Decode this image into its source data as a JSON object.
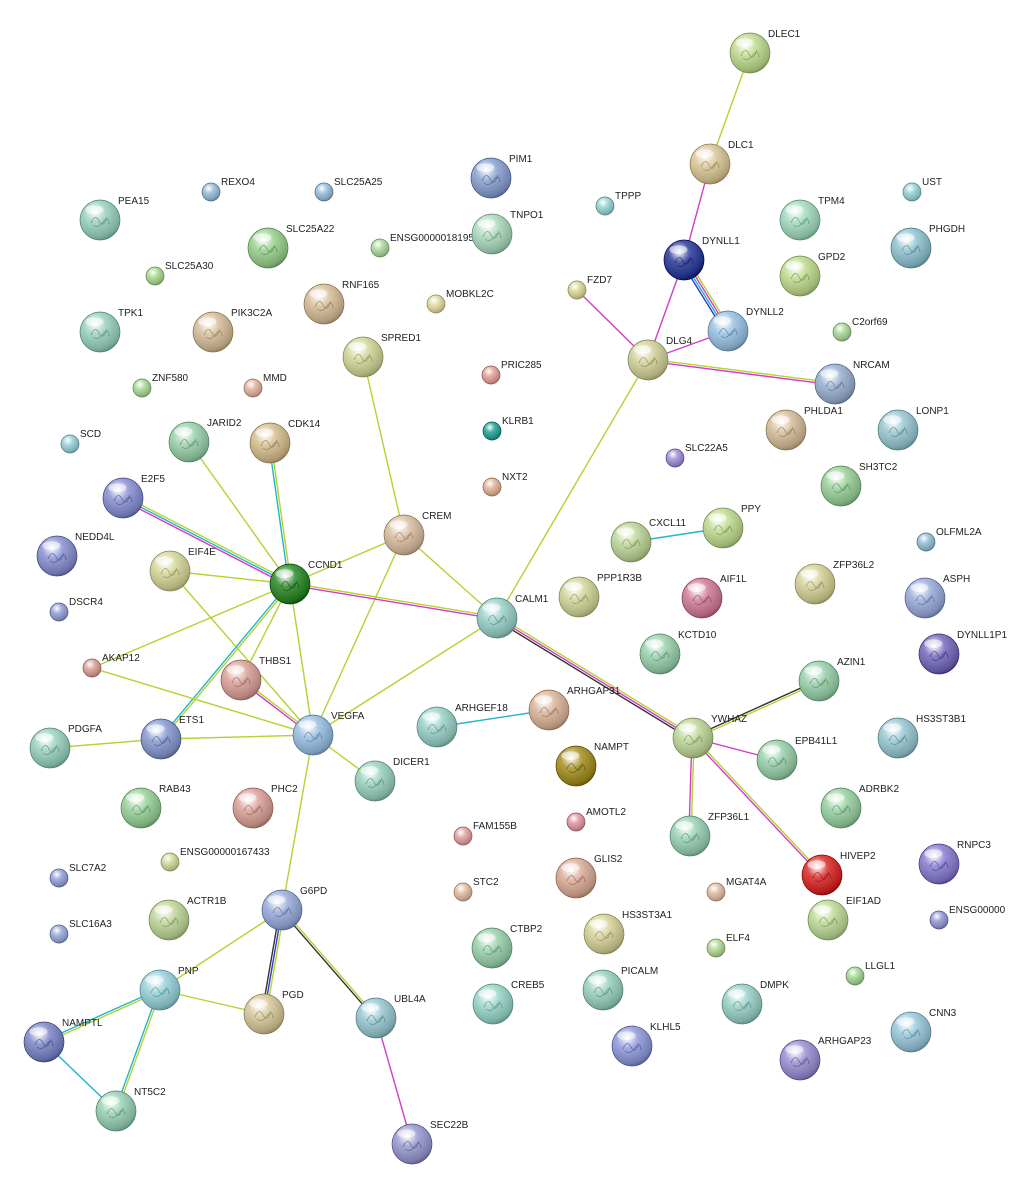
{
  "title": "",
  "colors": {
    "green": "#9fd27a",
    "lime": "#b4d232",
    "cyan": "#22b4c8",
    "magenta": "#d23cc8",
    "blue": "#2a3cc8",
    "black": "#333333",
    "yellow": "#e0d24a"
  },
  "nodes": [
    {
      "id": "DLEC1",
      "label": "DLEC1",
      "color": "#c8e0a0",
      "size": "large"
    },
    {
      "id": "DLC1",
      "label": "DLC1",
      "color": "#e0d0a8",
      "size": "large"
    },
    {
      "id": "PIM1",
      "label": "PIM1",
      "color": "#9aaed8",
      "size": "large"
    },
    {
      "id": "TPPP",
      "label": "TPPP",
      "color": "#a8dcd8",
      "size": "small"
    },
    {
      "id": "REXO4",
      "label": "REXO4",
      "color": "#a8c8e0",
      "size": "small"
    },
    {
      "id": "SLC25A25",
      "label": "SLC25A25",
      "color": "#a8c8e0",
      "size": "small"
    },
    {
      "id": "PEA15",
      "label": "PEA15",
      "color": "#a8d8c8",
      "size": "large"
    },
    {
      "id": "SLC25A22",
      "label": "SLC25A22",
      "color": "#a8d8a0",
      "size": "large"
    },
    {
      "id": "ENSG00000181950",
      "label": "ENSG00000181950",
      "color": "#b8e0b0",
      "size": "small"
    },
    {
      "id": "TNPO1",
      "label": "TNPO1",
      "color": "#b8e0c8",
      "size": "large"
    },
    {
      "id": "TPM4",
      "label": "TPM4",
      "color": "#b0e0c8",
      "size": "large"
    },
    {
      "id": "UST",
      "label": "UST",
      "color": "#a8dcdc",
      "size": "small"
    },
    {
      "id": "PHGDH",
      "label": "PHGDH",
      "color": "#a0ccd8",
      "size": "large"
    },
    {
      "id": "DYNLL1",
      "label": "DYNLL1",
      "color": "#4a58a8",
      "size": "large"
    },
    {
      "id": "GPD2",
      "label": "GPD2",
      "color": "#c8e0a0",
      "size": "large"
    },
    {
      "id": "SLC25A30",
      "label": "SLC25A30",
      "color": "#b8e0a0",
      "size": "small"
    },
    {
      "id": "FZD7",
      "label": "FZD7",
      "color": "#e0e0a8",
      "size": "small"
    },
    {
      "id": "MOBKL2C",
      "label": "MOBKL2C",
      "color": "#e8e0b0",
      "size": "small"
    },
    {
      "id": "RNF165",
      "label": "RNF165",
      "color": "#dcc8a8",
      "size": "large"
    },
    {
      "id": "TPK1",
      "label": "TPK1",
      "color": "#a8d8c8",
      "size": "large"
    },
    {
      "id": "PIK3C2A",
      "label": "PIK3C2A",
      "color": "#dcc8a8",
      "size": "large"
    },
    {
      "id": "DYNLL2",
      "label": "DYNLL2",
      "color": "#a8cce8",
      "size": "large"
    },
    {
      "id": "C2orf69",
      "label": "C2orf69",
      "color": "#b8e0a8",
      "size": "small"
    },
    {
      "id": "SPRED1",
      "label": "SPRED1",
      "color": "#d8dca8",
      "size": "large"
    },
    {
      "id": "DLG4",
      "label": "DLG4",
      "color": "#d8d8a8",
      "size": "large"
    },
    {
      "id": "NRCAM",
      "label": "NRCAM",
      "color": "#a8bcd8",
      "size": "large"
    },
    {
      "id": "PRIC285",
      "label": "PRIC285",
      "color": "#e8b0a8",
      "size": "small"
    },
    {
      "id": "ZNF580",
      "label": "ZNF580",
      "color": "#b8e0a8",
      "size": "small"
    },
    {
      "id": "MMD",
      "label": "MMD",
      "color": "#e8c0b0",
      "size": "small"
    },
    {
      "id": "PHLDA1",
      "label": "PHLDA1",
      "color": "#dcc8a8",
      "size": "large"
    },
    {
      "id": "LONP1",
      "label": "LONP1",
      "color": "#a8d0d8",
      "size": "large"
    },
    {
      "id": "KLRB1",
      "label": "KLRB1",
      "color": "#48b0a8",
      "size": "small"
    },
    {
      "id": "SCD",
      "label": "SCD",
      "color": "#a8d8e0",
      "size": "small"
    },
    {
      "id": "JARID2",
      "label": "JARID2",
      "color": "#a8d8b8",
      "size": "large"
    },
    {
      "id": "CDK14",
      "label": "CDK14",
      "color": "#dcc8a0",
      "size": "large"
    },
    {
      "id": "SLC22A5",
      "label": "SLC22A5",
      "color": "#b0a0e0",
      "size": "small"
    },
    {
      "id": "SH3TC2",
      "label": "SH3TC2",
      "color": "#a8d8a8",
      "size": "large"
    },
    {
      "id": "E2F5",
      "label": "E2F5",
      "color": "#9aa0d8",
      "size": "large"
    },
    {
      "id": "NXT2",
      "label": "NXT2",
      "color": "#e8c0a8",
      "size": "small"
    },
    {
      "id": "CREM",
      "label": "CREM",
      "color": "#e0c8b0",
      "size": "large"
    },
    {
      "id": "CXCL11",
      "label": "CXCL11",
      "color": "#c8dca8",
      "size": "large"
    },
    {
      "id": "PPY",
      "label": "PPY",
      "color": "#c8e0a0",
      "size": "large"
    },
    {
      "id": "OLFML2A",
      "label": "OLFML2A",
      "color": "#a8c8e0",
      "size": "small"
    },
    {
      "id": "NEDD4L",
      "label": "NEDD4L",
      "color": "#9aa0d8",
      "size": "large"
    },
    {
      "id": "EIF4E",
      "label": "EIF4E",
      "color": "#dcdca8",
      "size": "large"
    },
    {
      "id": "CCND1",
      "label": "CCND1",
      "color": "#4a9a48",
      "size": "large"
    },
    {
      "id": "ZFP36L2",
      "label": "ZFP36L2",
      "color": "#dcd8a8",
      "size": "large"
    },
    {
      "id": "ASPH",
      "label": "ASPH",
      "color": "#a8b8e0",
      "size": "large"
    },
    {
      "id": "DSCR4",
      "label": "DSCR4",
      "color": "#a8b0e0",
      "size": "small"
    },
    {
      "id": "PPP1R3B",
      "label": "PPP1R3B",
      "color": "#d8dca8",
      "size": "large"
    },
    {
      "id": "AIF1L",
      "label": "AIF1L",
      "color": "#d890a8",
      "size": "large"
    },
    {
      "id": "CALM1",
      "label": "CALM1",
      "color": "#a8d8d0",
      "size": "large"
    },
    {
      "id": "DYNLL1P1",
      "label": "DYNLL1P1",
      "color": "#8a80c8",
      "size": "large"
    },
    {
      "id": "AKAP12",
      "label": "AKAP12",
      "color": "#e0b0a8",
      "size": "small"
    },
    {
      "id": "THBS1",
      "label": "THBS1",
      "color": "#e0b0a8",
      "size": "large"
    },
    {
      "id": "KCTD10",
      "label": "KCTD10",
      "color": "#a8d8b8",
      "size": "large"
    },
    {
      "id": "AZIN1",
      "label": "AZIN1",
      "color": "#a8d8b8",
      "size": "large"
    },
    {
      "id": "ARHGAP31",
      "label": "ARHGAP31",
      "color": "#e0c0a8",
      "size": "large"
    },
    {
      "id": "ARHGEF18",
      "label": "ARHGEF18",
      "color": "#a8d8d0",
      "size": "large"
    },
    {
      "id": "VEGFA",
      "label": "VEGFA",
      "color": "#a8c8e8",
      "size": "large"
    },
    {
      "id": "HS3ST3B1",
      "label": "HS3ST3B1",
      "color": "#a8d0d8",
      "size": "large"
    },
    {
      "id": "ETS1",
      "label": "ETS1",
      "color": "#9aa8d8",
      "size": "large"
    },
    {
      "id": "PDGFA",
      "label": "PDGFA",
      "color": "#a8d8c8",
      "size": "large"
    },
    {
      "id": "YWHAZ",
      "label": "YWHAZ",
      "color": "#c8dca8",
      "size": "large"
    },
    {
      "id": "NAMPT",
      "label": "NAMPT",
      "color": "#b0a040",
      "size": "large"
    },
    {
      "id": "EPB41L1",
      "label": "EPB41L1",
      "color": "#a8d8b8",
      "size": "large"
    },
    {
      "id": "DICER1",
      "label": "DICER1",
      "color": "#a8d8c8",
      "size": "large"
    },
    {
      "id": "ADRBK2",
      "label": "ADRBK2",
      "color": "#a8d8b0",
      "size": "large"
    },
    {
      "id": "RAB43",
      "label": "RAB43",
      "color": "#a8d8a8",
      "size": "large"
    },
    {
      "id": "PHC2",
      "label": "PHC2",
      "color": "#e0b0a8",
      "size": "large"
    },
    {
      "id": "AMOTL2",
      "label": "AMOTL2",
      "color": "#e8a8b0",
      "size": "small"
    },
    {
      "id": "FAM155B",
      "label": "FAM155B",
      "color": "#e8b0b0",
      "size": "small"
    },
    {
      "id": "ZFP36L1",
      "label": "ZFP36L1",
      "color": "#a8d8c0",
      "size": "large"
    },
    {
      "id": "RNPC3",
      "label": "RNPC3",
      "color": "#9a90d8",
      "size": "large"
    },
    {
      "id": "ENSG00000167433",
      "label": "ENSG00000167433",
      "color": "#d8e0a8",
      "size": "small"
    },
    {
      "id": "HIVEP2",
      "label": "HIVEP2",
      "color": "#e04848",
      "size": "large"
    },
    {
      "id": "SLC7A2",
      "label": "SLC7A2",
      "color": "#a8b0e0",
      "size": "small"
    },
    {
      "id": "GLIS2",
      "label": "GLIS2",
      "color": "#e0b8a8",
      "size": "large"
    },
    {
      "id": "ACTR1B",
      "label": "ACTR1B",
      "color": "#c8dca8",
      "size": "large"
    },
    {
      "id": "G6PD",
      "label": "G6PD",
      "color": "#a8b8e0",
      "size": "large"
    },
    {
      "id": "STC2",
      "label": "STC2",
      "color": "#e8c8b0",
      "size": "small"
    },
    {
      "id": "MGAT4A",
      "label": "MGAT4A",
      "color": "#e8c8b0",
      "size": "small"
    },
    {
      "id": "EIF1AD",
      "label": "EIF1AD",
      "color": "#c8e0a8",
      "size": "large"
    },
    {
      "id": "ENSG00000",
      "label": "ENSG00000",
      "color": "#a8a8e0",
      "size": "small"
    },
    {
      "id": "SLC16A3",
      "label": "SLC16A3",
      "color": "#a8b8e0",
      "size": "small"
    },
    {
      "id": "CTBP2",
      "label": "CTBP2",
      "color": "#a8d8b8",
      "size": "large"
    },
    {
      "id": "HS3ST3A1",
      "label": "HS3ST3A1",
      "color": "#dcd8a8",
      "size": "large"
    },
    {
      "id": "ELF4",
      "label": "ELF4",
      "color": "#c0e0a8",
      "size": "small"
    },
    {
      "id": "LLGL1",
      "label": "LLGL1",
      "color": "#b0e0a8",
      "size": "small"
    },
    {
      "id": "PNP",
      "label": "PNP",
      "color": "#a8d8e0",
      "size": "large"
    },
    {
      "id": "PICALM",
      "label": "PICALM",
      "color": "#a8d8c8",
      "size": "large"
    },
    {
      "id": "CREB5",
      "label": "CREB5",
      "color": "#a8dcd0",
      "size": "large"
    },
    {
      "id": "DMPK",
      "label": "DMPK",
      "color": "#a8d8d0",
      "size": "large"
    },
    {
      "id": "PGD",
      "label": "PGD",
      "color": "#dcd0a8",
      "size": "large"
    },
    {
      "id": "UBL4A",
      "label": "UBL4A",
      "color": "#a8d0d8",
      "size": "large"
    },
    {
      "id": "NAMPTL",
      "label": "NAMPTL",
      "color": "#9098d0",
      "size": "large"
    },
    {
      "id": "CNN3",
      "label": "CNN3",
      "color": "#a8d0e0",
      "size": "large"
    },
    {
      "id": "KLHL5",
      "label": "KLHL5",
      "color": "#a0a8e0",
      "size": "large"
    },
    {
      "id": "ARHGAP23",
      "label": "ARHGAP23",
      "color": "#a8a0d8",
      "size": "large"
    },
    {
      "id": "NT5C2",
      "label": "NT5C2",
      "color": "#a8d8c0",
      "size": "large"
    },
    {
      "id": "SEC22B",
      "label": "SEC22B",
      "color": "#a8a8d8",
      "size": "large"
    }
  ],
  "edges": [
    {
      "a": "DLEC1",
      "b": "DLC1",
      "types": [
        "lime"
      ]
    },
    {
      "a": "DLC1",
      "b": "DYNLL1",
      "types": [
        "magenta"
      ]
    },
    {
      "a": "DYNLL1",
      "b": "DYNLL2",
      "types": [
        "lime",
        "magenta",
        "cyan",
        "blue"
      ]
    },
    {
      "a": "DYNLL1",
      "b": "DLG4",
      "types": [
        "magenta"
      ]
    },
    {
      "a": "DYNLL2",
      "b": "DLG4",
      "types": [
        "magenta"
      ]
    },
    {
      "a": "FZD7",
      "b": "DLG4",
      "types": [
        "magenta"
      ]
    },
    {
      "a": "DLG4",
      "b": "NRCAM",
      "types": [
        "lime",
        "magenta"
      ]
    },
    {
      "a": "DLG4",
      "b": "CALM1",
      "types": [
        "lime"
      ]
    },
    {
      "a": "CXCL11",
      "b": "PPY",
      "types": [
        "cyan"
      ]
    },
    {
      "a": "SPRED1",
      "b": "CREM",
      "types": [
        "lime"
      ]
    },
    {
      "a": "CREM",
      "b": "CCND1",
      "types": [
        "lime"
      ]
    },
    {
      "a": "CREM",
      "b": "VEGFA",
      "types": [
        "lime"
      ]
    },
    {
      "a": "CREM",
      "b": "CALM1",
      "types": [
        "lime"
      ]
    },
    {
      "a": "JARID2",
      "b": "CCND1",
      "types": [
        "lime"
      ]
    },
    {
      "a": "CDK14",
      "b": "CCND1",
      "types": [
        "lime",
        "cyan"
      ]
    },
    {
      "a": "E2F5",
      "b": "CCND1",
      "types": [
        "lime",
        "cyan",
        "magenta"
      ]
    },
    {
      "a": "EIF4E",
      "b": "CCND1",
      "types": [
        "lime"
      ]
    },
    {
      "a": "EIF4E",
      "b": "VEGFA",
      "types": [
        "lime"
      ]
    },
    {
      "a": "CCND1",
      "b": "CALM1",
      "types": [
        "lime",
        "magenta"
      ]
    },
    {
      "a": "CCND1",
      "b": "AKAP12",
      "types": [
        "lime"
      ]
    },
    {
      "a": "CCND1",
      "b": "ETS1",
      "types": [
        "lime",
        "cyan"
      ]
    },
    {
      "a": "CCND1",
      "b": "THBS1",
      "types": [
        "lime"
      ]
    },
    {
      "a": "CCND1",
      "b": "VEGFA",
      "types": [
        "lime"
      ]
    },
    {
      "a": "AKAP12",
      "b": "VEGFA",
      "types": [
        "lime"
      ]
    },
    {
      "a": "THBS1",
      "b": "VEGFA",
      "types": [
        "lime",
        "magenta"
      ]
    },
    {
      "a": "PDGFA",
      "b": "ETS1",
      "types": [
        "lime"
      ]
    },
    {
      "a": "ETS1",
      "b": "VEGFA",
      "types": [
        "lime"
      ]
    },
    {
      "a": "VEGFA",
      "b": "CALM1",
      "types": [
        "lime"
      ]
    },
    {
      "a": "VEGFA",
      "b": "DICER1",
      "types": [
        "lime"
      ]
    },
    {
      "a": "VEGFA",
      "b": "G6PD",
      "types": [
        "lime"
      ]
    },
    {
      "a": "ARHGEF18",
      "b": "ARHGAP31",
      "types": [
        "cyan"
      ]
    },
    {
      "a": "CALM1",
      "b": "YWHAZ",
      "types": [
        "lime",
        "magenta",
        "black"
      ]
    },
    {
      "a": "AZIN1",
      "b": "YWHAZ",
      "types": [
        "lime",
        "black"
      ]
    },
    {
      "a": "YWHAZ",
      "b": "EPB41L1",
      "types": [
        "magenta"
      ]
    },
    {
      "a": "YWHAZ",
      "b": "ZFP36L1",
      "types": [
        "lime",
        "magenta"
      ]
    },
    {
      "a": "YWHAZ",
      "b": "HIVEP2",
      "types": [
        "lime",
        "magenta"
      ]
    },
    {
      "a": "G6PD",
      "b": "PNP",
      "types": [
        "lime"
      ]
    },
    {
      "a": "G6PD",
      "b": "PGD",
      "types": [
        "lime",
        "blue",
        "black"
      ]
    },
    {
      "a": "G6PD",
      "b": "UBL4A",
      "types": [
        "lime",
        "black"
      ]
    },
    {
      "a": "PNP",
      "b": "PGD",
      "types": [
        "lime"
      ]
    },
    {
      "a": "PNP",
      "b": "NAMPTL",
      "types": [
        "lime",
        "cyan"
      ]
    },
    {
      "a": "PNP",
      "b": "NT5C2",
      "types": [
        "lime",
        "cyan"
      ]
    },
    {
      "a": "NAMPTL",
      "b": "NT5C2",
      "types": [
        "cyan"
      ]
    },
    {
      "a": "UBL4A",
      "b": "SEC22B",
      "types": [
        "magenta"
      ]
    }
  ]
}
